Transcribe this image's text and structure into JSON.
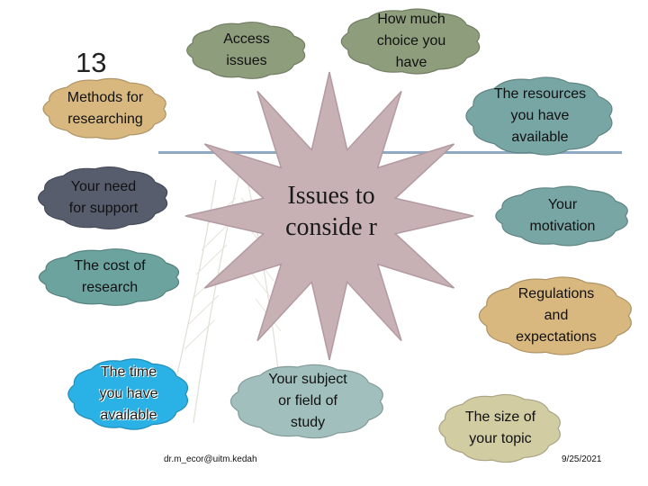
{
  "slide_number": "13",
  "center_label": "Issues\nto\nconside\nr",
  "footer_left": "dr.m_ecor@uitm.kedah",
  "footer_right": "9/25/2021",
  "colors": {
    "grey_green": "#8e9d7c",
    "sand": "#d8b87e",
    "teal": "#78a6a4",
    "slate": "#585d6e",
    "sea_green": "#6ca39f",
    "bright_blue": "#2ab1e6",
    "pale_teal": "#a1c0bd",
    "beige": "#d2cca2",
    "burst_fill": "#c7b1b4",
    "rule": "#8ea9c1"
  },
  "clouds": [
    {
      "id": "access-issues",
      "text": "Access\nissues",
      "color": "grey_green",
      "text_style": "plain"
    },
    {
      "id": "how-much-choice",
      "text": "How much\nchoice you\nhave",
      "color": "grey_green",
      "text_style": "plain"
    },
    {
      "id": "methods-for-researching",
      "text": "Methods for\nresearching",
      "color": "sand",
      "text_style": "plain"
    },
    {
      "id": "resources-available",
      "text": "The resources\nyou have\navailable",
      "color": "teal",
      "text_style": "plain"
    },
    {
      "id": "need-for-support",
      "text": "Your need\nfor support",
      "color": "slate",
      "text_style": "plain"
    },
    {
      "id": "your-motivation",
      "text": "Your\nmotivation",
      "color": "teal",
      "text_style": "plain"
    },
    {
      "id": "cost-of-research",
      "text": "The cost of\nresearch",
      "color": "sea_green",
      "text_style": "plain"
    },
    {
      "id": "regulations-expectations",
      "text": "Regulations\nand\nexpectations",
      "color": "sand",
      "text_style": "plain"
    },
    {
      "id": "time-available",
      "text": "The time\nyou have\navailable",
      "color": "bright_blue",
      "text_style": "outlined"
    },
    {
      "id": "subject-or-field",
      "text": "Your subject\nor field of\nstudy",
      "color": "pale_teal",
      "text_style": "plain"
    },
    {
      "id": "size-of-topic",
      "text": "The size of\nyour topic",
      "color": "beige",
      "text_style": "plain"
    }
  ]
}
